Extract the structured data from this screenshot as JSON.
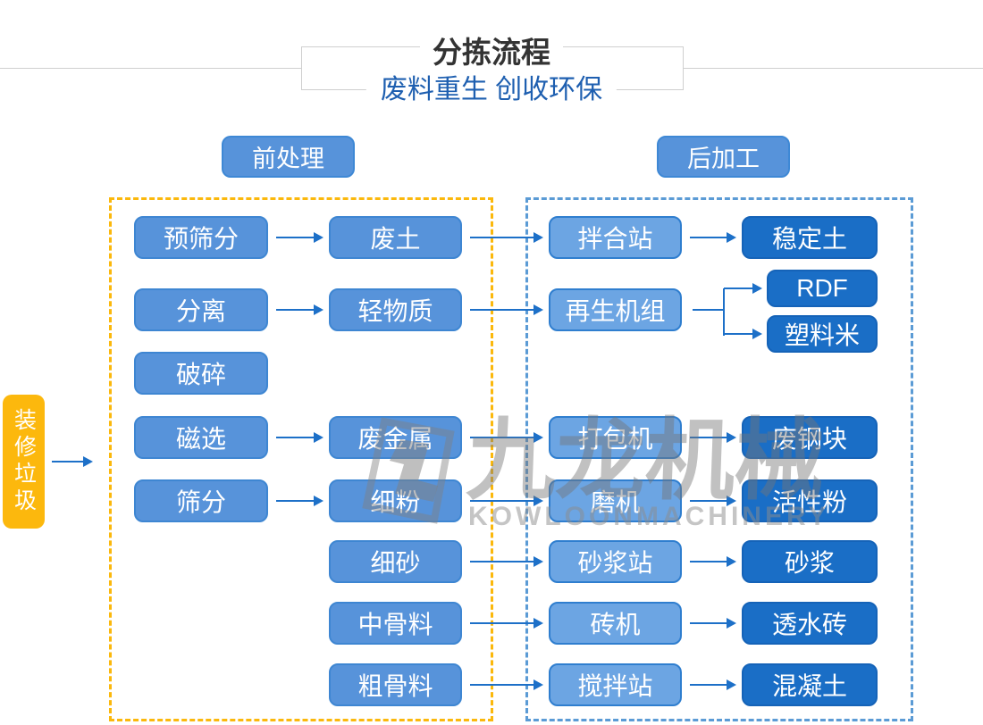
{
  "header": {
    "title": "分拣流程",
    "subtitle": "废料重生 创收环保"
  },
  "sections": {
    "pre_label": "前处理",
    "post_label": "后加工"
  },
  "source": {
    "label": "装修垃圾"
  },
  "watermark": {
    "brand_cn": "九龙机械",
    "brand_en": "KOWLOONMACHINERY"
  },
  "colors": {
    "node_mid": "#5793DA",
    "node_mid_border": "#3E86D2",
    "node_light": "#6CA5E3",
    "node_light_border": "#2F7ECF",
    "node_dark": "#1A6EC6",
    "node_dark_border": "#1563B8",
    "arrow_blue": "#1D70C8",
    "dash_yellow": "#FBB80C",
    "dash_blue": "#5B9BD5",
    "source_yellow": "#FCB80D",
    "title_color": "#333333",
    "subtitle_color": "#1E5FB0"
  },
  "nodes": [
    {
      "id": "yushaifen",
      "label": "预筛分",
      "shade": "mid"
    },
    {
      "id": "feitu",
      "label": "废土",
      "shade": "mid"
    },
    {
      "id": "banhezhan",
      "label": "拌合站",
      "shade": "light"
    },
    {
      "id": "wendingtu",
      "label": "稳定土",
      "shade": "dark"
    },
    {
      "id": "fenli",
      "label": "分离",
      "shade": "mid"
    },
    {
      "id": "qingwuzhi",
      "label": "轻物质",
      "shade": "mid"
    },
    {
      "id": "zaishengjizu",
      "label": "再生机组",
      "shade": "light"
    },
    {
      "id": "rdf",
      "label": "RDF",
      "shade": "dark"
    },
    {
      "id": "suliaomi",
      "label": "塑料米",
      "shade": "dark"
    },
    {
      "id": "posui",
      "label": "破碎",
      "shade": "mid"
    },
    {
      "id": "cixuan",
      "label": "磁选",
      "shade": "mid"
    },
    {
      "id": "feijinshu",
      "label": "废金属",
      "shade": "mid"
    },
    {
      "id": "dabaoji",
      "label": "打包机",
      "shade": "light"
    },
    {
      "id": "feigangkuai",
      "label": "废钢块",
      "shade": "dark"
    },
    {
      "id": "shaifen",
      "label": "筛分",
      "shade": "mid"
    },
    {
      "id": "xifen",
      "label": "细粉",
      "shade": "mid"
    },
    {
      "id": "moji",
      "label": "磨机",
      "shade": "light"
    },
    {
      "id": "huoxingfen",
      "label": "活性粉",
      "shade": "dark"
    },
    {
      "id": "xisha",
      "label": "细砂",
      "shade": "mid"
    },
    {
      "id": "shajiangzhan",
      "label": "砂浆站",
      "shade": "light"
    },
    {
      "id": "shajiang",
      "label": "砂浆",
      "shade": "dark"
    },
    {
      "id": "zhongguliao",
      "label": "中骨料",
      "shade": "mid"
    },
    {
      "id": "zhuanji",
      "label": "砖机",
      "shade": "light"
    },
    {
      "id": "toushuizhuan",
      "label": "透水砖",
      "shade": "dark"
    },
    {
      "id": "cuguliao",
      "label": "粗骨料",
      "shade": "mid"
    },
    {
      "id": "jiaobanzhan",
      "label": "搅拌站",
      "shade": "light"
    },
    {
      "id": "hunningtu",
      "label": "混凝土",
      "shade": "dark"
    }
  ],
  "edges": [
    {
      "from": "yushaifen",
      "to": "feitu"
    },
    {
      "from": "fenli",
      "to": "qingwuzhi"
    },
    {
      "from": "cixuan",
      "to": "feijinshu"
    },
    {
      "from": "shaifen",
      "to": "xifen"
    },
    {
      "from": "feitu",
      "to": "banhezhan"
    },
    {
      "from": "qingwuzhi",
      "to": "zaishengjizu"
    },
    {
      "from": "feijinshu",
      "to": "dabaoji"
    },
    {
      "from": "xifen",
      "to": "moji"
    },
    {
      "from": "xisha",
      "to": "shajiangzhan"
    },
    {
      "from": "zhongguliao",
      "to": "zhuanji"
    },
    {
      "from": "cuguliao",
      "to": "jiaobanzhan"
    },
    {
      "from": "banhezhan",
      "to": "wendingtu"
    },
    {
      "from": "zaishengjizu",
      "to": "rdf"
    },
    {
      "from": "zaishengjizu",
      "to": "suliaomi"
    },
    {
      "from": "dabaoji",
      "to": "feigangkuai"
    },
    {
      "from": "moji",
      "to": "huoxingfen"
    },
    {
      "from": "shajiangzhan",
      "to": "shajiang"
    },
    {
      "from": "zhuanji",
      "to": "toushuizhuan"
    },
    {
      "from": "jiaobanzhan",
      "to": "hunningtu"
    }
  ]
}
